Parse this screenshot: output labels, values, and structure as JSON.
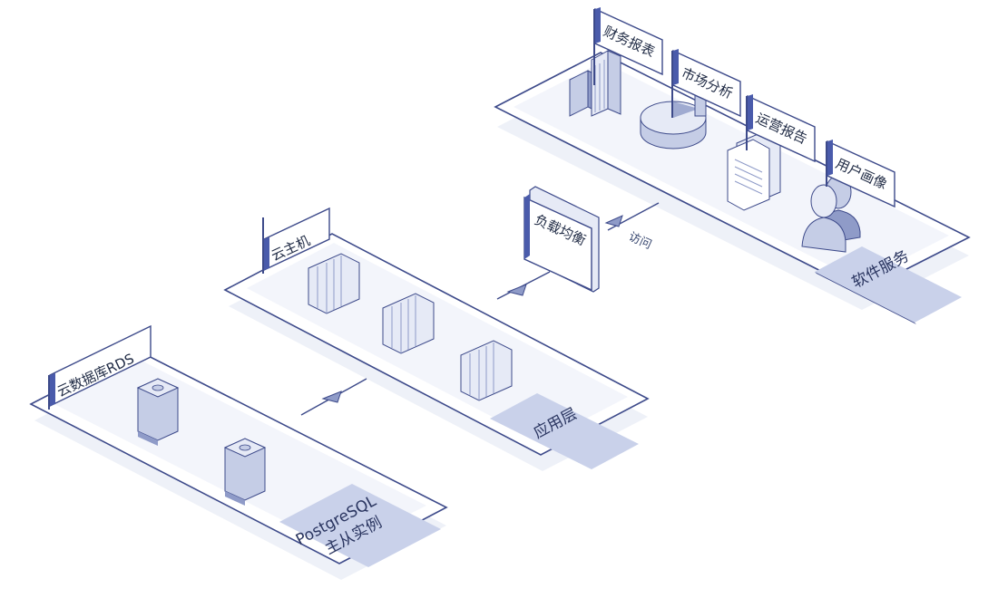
{
  "colors": {
    "outline": "#3d4a8a",
    "panel_fill": "#ffffff",
    "panel_inner": "#f3f5fb",
    "corner_fill": "#c9d1ea",
    "icon_light": "#e6eaf6",
    "icon_mid": "#c5cde6",
    "icon_dark": "#8f9bc8",
    "flag_fill": "#ffffff",
    "flag_accent": "#4a5bab"
  },
  "layers": {
    "software": {
      "corner_label": "软件服务",
      "flags": {
        "finance": "财务报表",
        "market": "市场分析",
        "ops": "运营报告",
        "user": "用户画像"
      }
    },
    "loadbalancer": {
      "label": "负载均衡",
      "access_label": "访问"
    },
    "app": {
      "corner_label": "应用层",
      "flag": "云主机"
    },
    "db": {
      "flag": "云数据库RDS",
      "corner_line1": "PostgreSQL",
      "corner_line2": "主从实例"
    }
  }
}
